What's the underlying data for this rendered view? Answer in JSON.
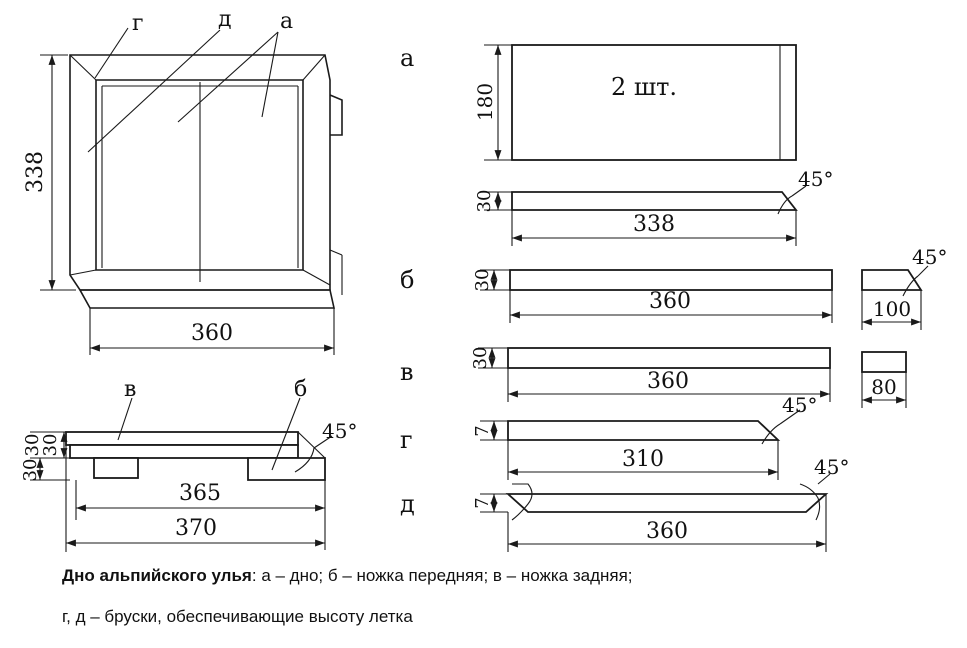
{
  "caption": {
    "title": "Дно альпийского улья",
    "sep": ": ",
    "line1": "а – дно; б – ножка передняя; в – ножка задняя;",
    "line2": "г, д – бруски, обеспечивающие высоту летка"
  },
  "assembly": {
    "labels": {
      "g": "г",
      "d": "д",
      "a": "а"
    },
    "dims": {
      "height": "338",
      "width": "360"
    }
  },
  "side_view": {
    "labels": {
      "v": "в",
      "b": "б"
    },
    "dims": {
      "h1": "30",
      "h2": "30",
      "h3": "30",
      "inner": "365",
      "outer": "370",
      "angle": "45°"
    }
  },
  "parts": {
    "a": {
      "letter": "а",
      "qty": "2 шт.",
      "height": "180",
      "thick": "30",
      "length": "338",
      "angle": "45°"
    },
    "b": {
      "letter": "б",
      "thick": "30",
      "length": "360",
      "end_length": "100",
      "angle": "45°"
    },
    "v": {
      "letter": "в",
      "thick": "30",
      "length": "360",
      "end_length": "80"
    },
    "g": {
      "letter": "г",
      "thick": "7",
      "length": "310",
      "angle": "45°"
    },
    "d": {
      "letter": "д",
      "thick": "7",
      "length": "360",
      "angle": "45°"
    }
  }
}
